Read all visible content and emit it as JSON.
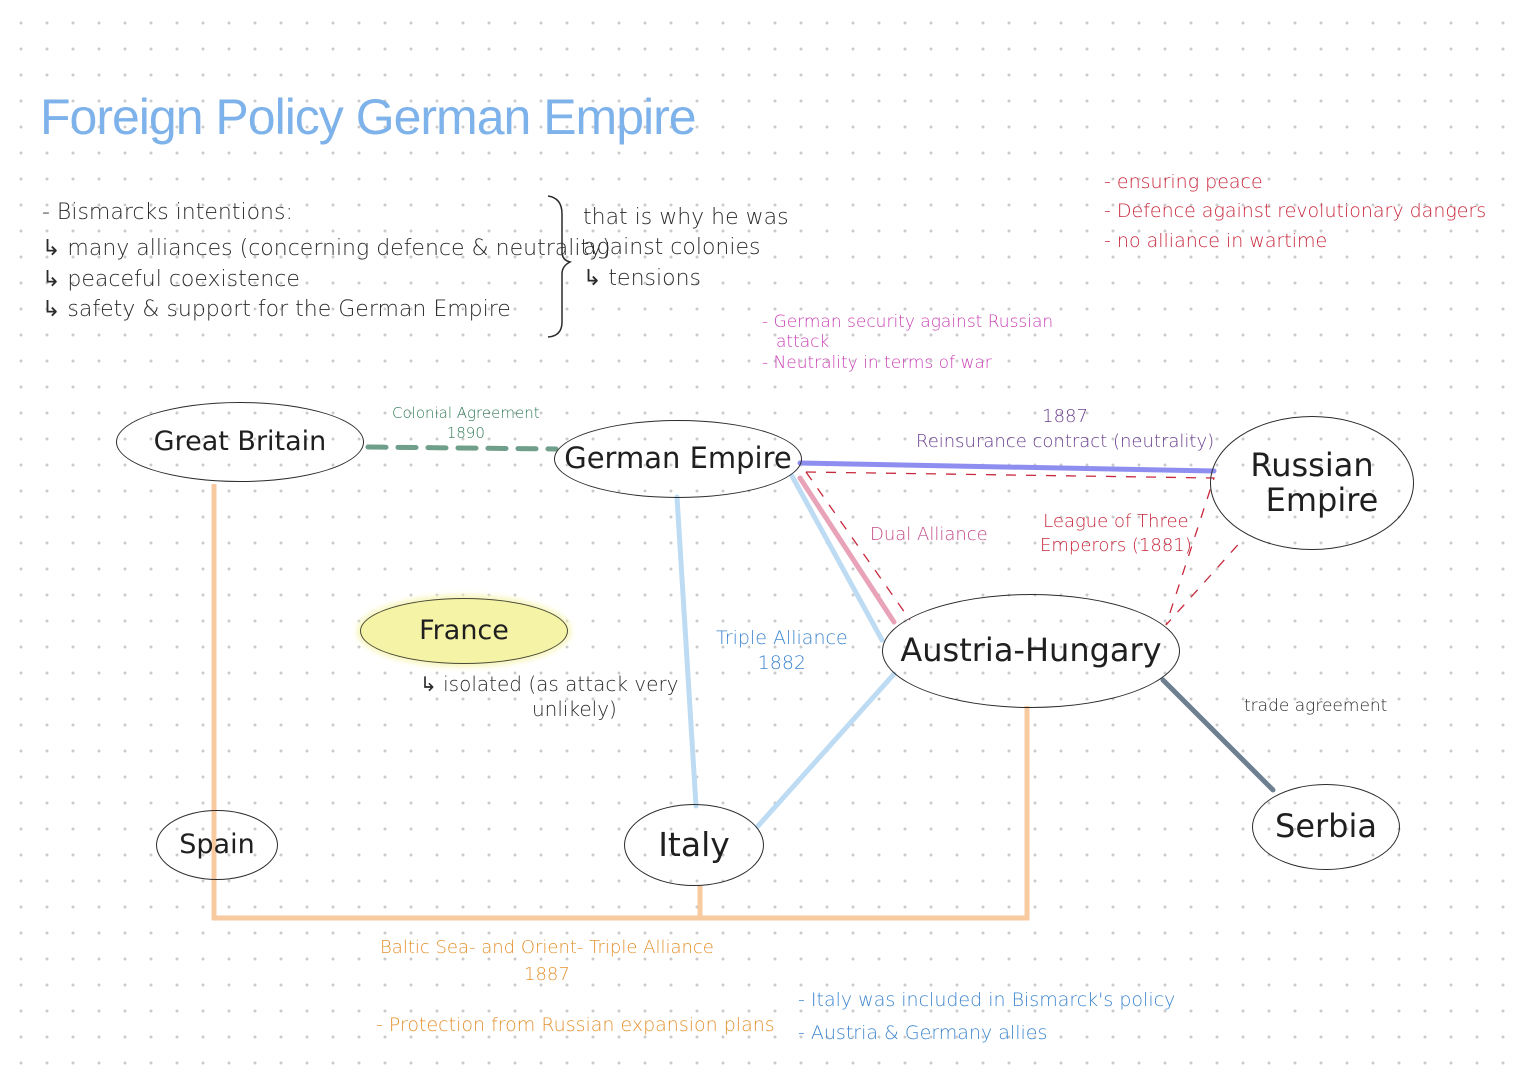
{
  "title": "Foreign Policy  German Empire",
  "intentions": {
    "heading": "- Bismarcks intentions:",
    "items": [
      "↳ many alliances (concerning defence & neutrality)",
      "↳ peaceful coexistence",
      "↳ safety & support for the German Empire"
    ],
    "bracket_lines": [
      "that is why he was",
      "against colonies",
      "↳ tensions"
    ]
  },
  "red_notes": [
    "- ensuring peace",
    "- Defence against revolutionary dangers",
    "- no alliance in wartime"
  ],
  "magenta_notes": [
    "- German security against Russian",
    "  attack",
    "- Neutrality in terms of war"
  ],
  "nodes": {
    "great_britain": "Great Britain",
    "german_empire": "German Empire",
    "russian_empire_line1": "Russian",
    "russian_empire_line2": "Empire",
    "france": "France",
    "austria_hungary": "Austria-Hungary",
    "spain": "Spain",
    "italy": "Italy",
    "serbia": "Serbia"
  },
  "edges": {
    "colonial_agreement": "Colonial Agreement",
    "colonial_agreement_year": "1890",
    "reinsurance_year": "1887",
    "reinsurance": "Reinsurance contract (neutrality)",
    "dual_alliance": "Dual Alliance",
    "league_line1": "League of Three",
    "league_line2": "Emperors (1881)",
    "triple_alliance": "Triple Alliance",
    "triple_alliance_year": "1882",
    "trade_agreement": "trade agreement",
    "orient_alliance": "Baltic Sea- and Orient- Triple Alliance",
    "orient_alliance_year": "1887"
  },
  "france_note_line1": "↳ isolated (as attack very",
  "france_note_line2": "unlikely)",
  "orange_note": "- Protection from Russian expansion plans",
  "blue_notes": [
    "- Italy was included in Bismarck's policy",
    "- Austria & Germany allies"
  ],
  "colors": {
    "title": "#7eb2ea",
    "colonial": "#6f9e8a",
    "reinsurance": "#8e8ef0",
    "dual_alliance": "#e9a3b9",
    "triple_alliance": "#bddcf3",
    "league": "#c8283c",
    "orient": "#f8caa0",
    "trade": "#6d7f90",
    "france_fill": "#f5f3a6"
  }
}
